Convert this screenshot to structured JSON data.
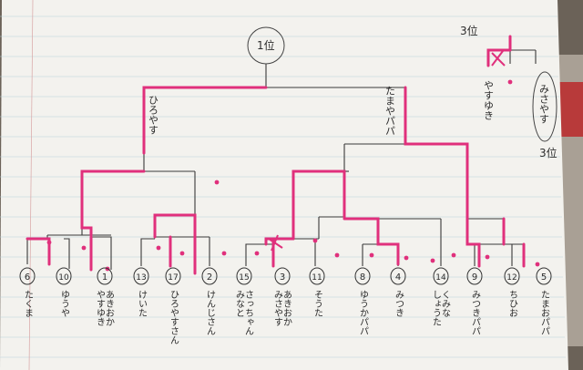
{
  "title": "1位",
  "third_place": {
    "title": "3位",
    "winner_label": "3位",
    "left_player": "やすゆき",
    "right_player": "みさやす"
  },
  "final": {
    "left_winner": "ひろやす",
    "right_winner": "たまやパパ"
  },
  "players": [
    {
      "seed": "6",
      "name": "たくま"
    },
    {
      "seed": "10",
      "name": "ゆうや"
    },
    {
      "seed": "1",
      "name": "あきおか やすゆき"
    },
    {
      "seed": "13",
      "name": "けいた"
    },
    {
      "seed": "17",
      "name": "ひろやすさん"
    },
    {
      "seed": "2",
      "name": "けんじさん"
    },
    {
      "seed": "15",
      "name": "さっちゃん みなと"
    },
    {
      "seed": "3",
      "name": "あきおか みさやす"
    },
    {
      "seed": "11",
      "name": "そうた"
    },
    {
      "seed": "8",
      "name": "ゆうかパパ"
    },
    {
      "seed": "4",
      "name": "みつき"
    },
    {
      "seed": "14",
      "name": "くみな しょうた"
    },
    {
      "seed": "9",
      "name": "みつきパパ"
    },
    {
      "seed": "12",
      "name": "ちひお"
    },
    {
      "seed": "5",
      "name": "たまおパパ"
    }
  ],
  "colors": {
    "paper": "#f3f2ee",
    "line": "#3a3a3a",
    "highlight": "#e0307c",
    "background": "#6b6258"
  }
}
